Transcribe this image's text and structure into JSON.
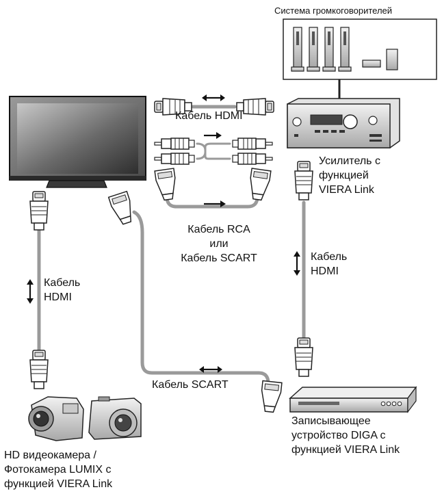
{
  "labels": {
    "speaker_system": "Система громкоговорителей",
    "hdmi_cable_top": "Кабель HDMI",
    "amplifier_line1": "Усилитель с",
    "amplifier_line2": "функцией",
    "amplifier_line3": "VIERA Link",
    "rca_or_scart_line1": "Кабель RCA",
    "rca_or_scart_line2": "или",
    "rca_or_scart_line3": "Кабель SCART",
    "hdmi_left_line1": "Кабель",
    "hdmi_left_line2": "HDMI",
    "hdmi_right_line1": "Кабель",
    "hdmi_right_line2": "HDMI",
    "scart_bottom": "Кабель SCART",
    "recorder_line1": "Записывающее",
    "recorder_line2": "устройство DIGA с",
    "recorder_line3": "функцией VIERA Link",
    "camera_line1": "HD видеокамера /",
    "camera_line2": "Фотокамера LUMIX с",
    "camera_line3": "функцией VIERA Link"
  },
  "icons": {
    "tv": "tv-icon",
    "speakers": "speaker-system-icon",
    "amplifier": "av-amplifier-icon",
    "recorder": "diga-recorder-icon",
    "camcorder": "camcorder-icon",
    "camera": "digital-camera-icon",
    "hdmi_plug": "hdmi-plug-icon",
    "rca_plug": "rca-plug-icon",
    "scart_plug": "scart-plug-icon",
    "arrow": "double-arrow-icon"
  },
  "colors": {
    "cable": "#9a9a9a",
    "outline": "#222222",
    "screen_dark": "#3a3a3a",
    "screen_light": "#bdbdbd",
    "device_fill": "#d6d6d6"
  }
}
